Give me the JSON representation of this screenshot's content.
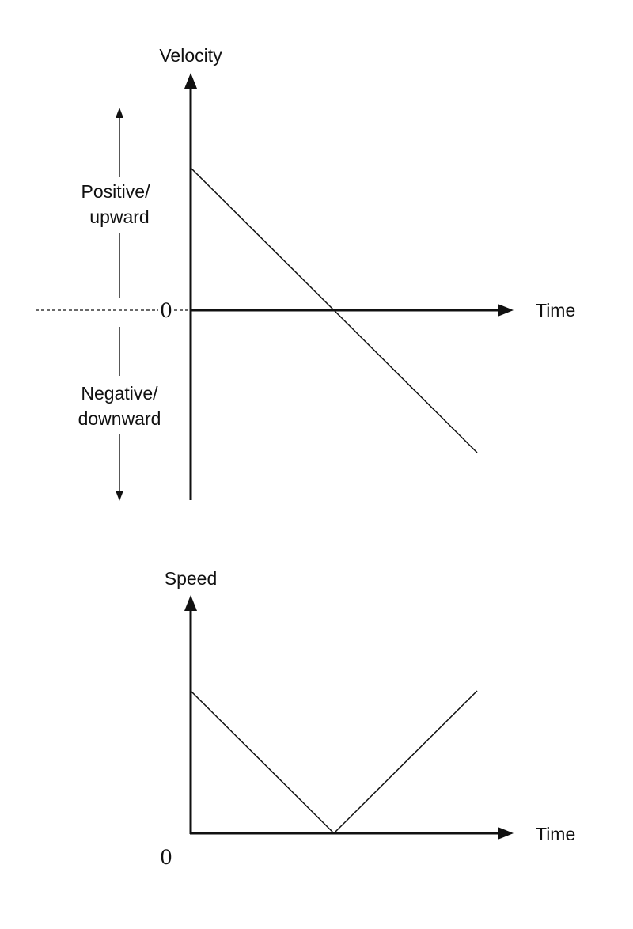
{
  "velocity_graph": {
    "y_label": "Velocity",
    "x_label": "Time",
    "zero_label": "0",
    "positive_label_line1": "Positive/",
    "positive_label_line2": "upward",
    "negative_label_line1": "Negative/",
    "negative_label_line2": "downward"
  },
  "speed_graph": {
    "y_label": "Speed",
    "x_label": "Time",
    "zero_label": "0"
  },
  "chart_data": [
    {
      "type": "line",
      "series": [
        {
          "x": [
            0,
            1,
            2
          ],
          "values": [
            1,
            0,
            -1
          ]
        }
      ]
    },
    {
      "type": "line",
      "series": [
        {
          "x": [
            0,
            1,
            2
          ],
          "values": [
            1,
            0,
            1
          ]
        }
      ]
    }
  ]
}
